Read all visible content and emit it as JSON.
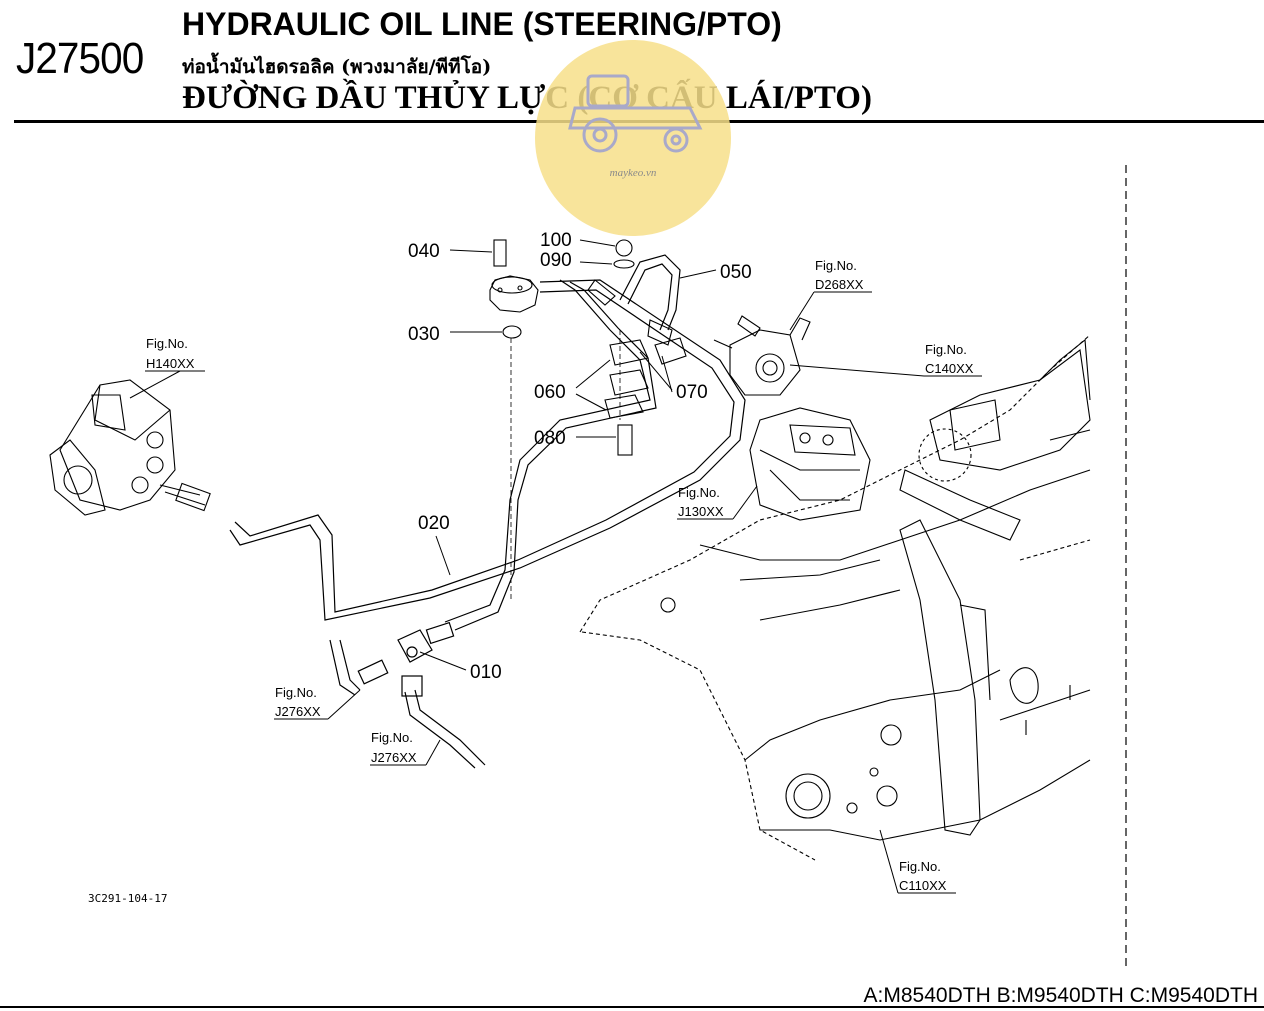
{
  "header": {
    "code": "J27500",
    "title_en": "HYDRAULIC OIL LINE (STEERING/PTO)",
    "title_th": "ท่อน้ำมันไฮดรอลิค (พวงมาลัย/พีทีโอ)",
    "title_vi": "ĐƯỜNG DẦU THỦY LỰC (CƠ CẤU LÁI/PTO)"
  },
  "watermark": {
    "text": "maykeo.vn",
    "color": "#f7df8a"
  },
  "parts": [
    {
      "no": "010"
    },
    {
      "no": "020"
    },
    {
      "no": "030"
    },
    {
      "no": "040"
    },
    {
      "no": "050"
    },
    {
      "no": "060"
    },
    {
      "no": "070"
    },
    {
      "no": "080"
    },
    {
      "no": "090"
    },
    {
      "no": "100"
    }
  ],
  "fig_refs": [
    {
      "label": "Fig.No.",
      "ref": "H140XX"
    },
    {
      "label": "Fig.No.",
      "ref": "D268XX"
    },
    {
      "label": "Fig.No.",
      "ref": "C140XX"
    },
    {
      "label": "Fig.No.",
      "ref": "J130XX"
    },
    {
      "label": "Fig.No.",
      "ref": "J276XX"
    },
    {
      "label": "Fig.No.",
      "ref": "J276XX"
    },
    {
      "label": "Fig.No.",
      "ref": "C110XX"
    }
  ],
  "drawing_no": "3C291-104-17",
  "footer": {
    "models": "A:M8540DTH B:M9540DTH C:M9540DTH"
  }
}
